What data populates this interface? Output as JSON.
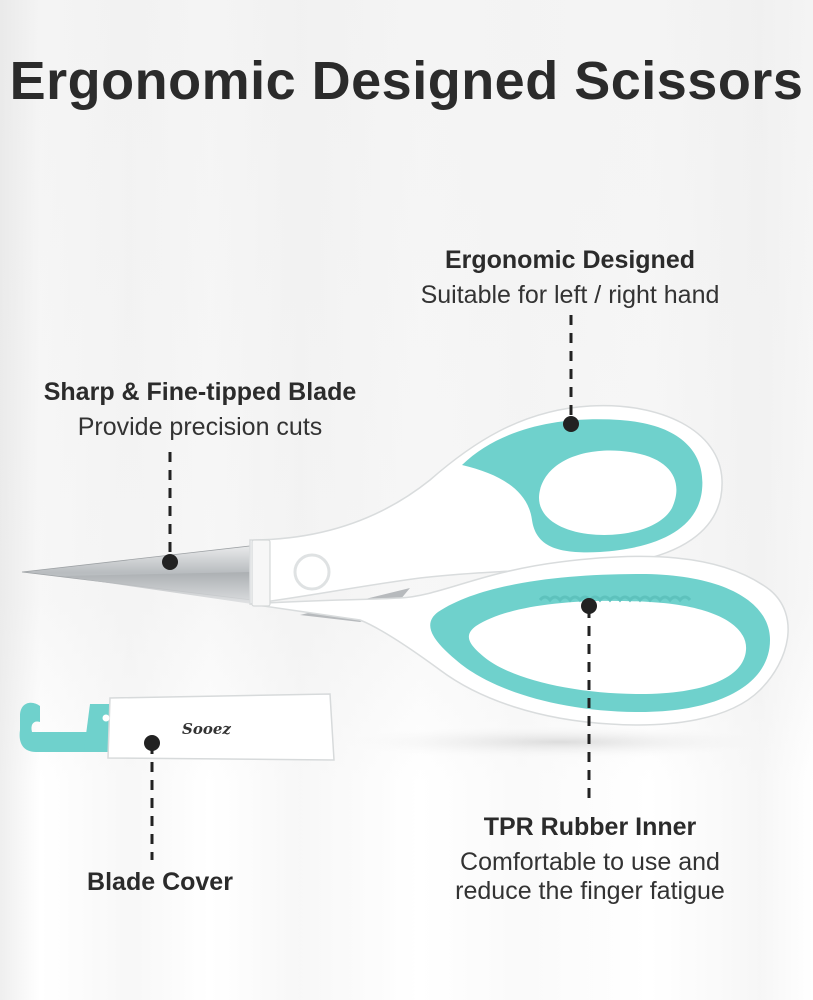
{
  "title": "Ergonomic Designed Scissors",
  "brand": "Sooez",
  "callouts": {
    "ergonomic": {
      "heading": "Ergonomic Designed",
      "detail": "Suitable for left / right hand"
    },
    "blade": {
      "heading": "Sharp & Fine-tipped Blade",
      "detail": "Provide precision cuts"
    },
    "tpr": {
      "heading": "TPR Rubber Inner",
      "detail_line1": "Comfortable to use and",
      "detail_line2": "reduce the finger fatigue"
    },
    "cover": {
      "heading": "Blade Cover"
    }
  },
  "colors": {
    "accent": "#6fd1cc",
    "handle": "#ffffff",
    "text": "#2b2b2b",
    "blade": "#c9ccce"
  }
}
